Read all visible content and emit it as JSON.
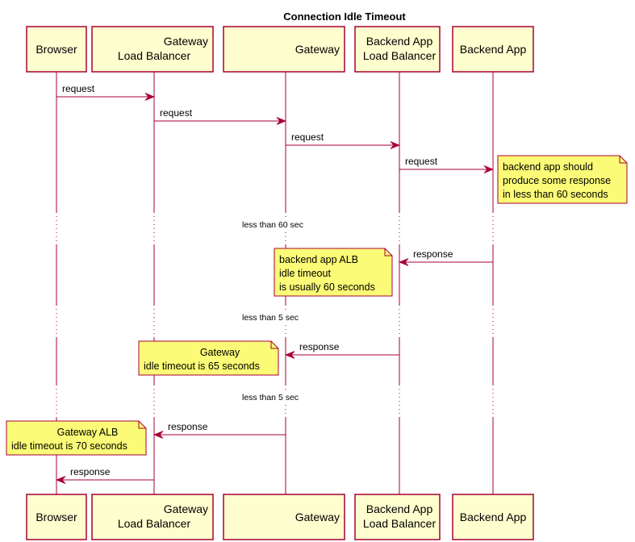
{
  "title": "Connection Idle Timeout",
  "participants": [
    {
      "id": "browser",
      "lines": [
        "Browser"
      ]
    },
    {
      "id": "gateway-lb",
      "lines": [
        "Gateway",
        "Load Balancer"
      ]
    },
    {
      "id": "gateway",
      "lines": [
        "Gateway"
      ]
    },
    {
      "id": "backend-lb",
      "lines": [
        "Backend App",
        "Load Balancer"
      ]
    },
    {
      "id": "backend-app",
      "lines": [
        "Backend App"
      ]
    }
  ],
  "messages": [
    {
      "from": "browser",
      "to": "gateway-lb",
      "label": "request"
    },
    {
      "from": "gateway-lb",
      "to": "gateway",
      "label": "request"
    },
    {
      "from": "gateway",
      "to": "backend-lb",
      "label": "request"
    },
    {
      "from": "backend-lb",
      "to": "backend-app",
      "label": "request"
    },
    {
      "from": "backend-app",
      "to": "backend-lb",
      "label": "response"
    },
    {
      "from": "backend-lb",
      "to": "gateway",
      "label": "response"
    },
    {
      "from": "gateway",
      "to": "gateway-lb",
      "label": "response"
    },
    {
      "from": "gateway-lb",
      "to": "browser",
      "label": "response"
    }
  ],
  "delays": [
    "less than 60 sec",
    "less than 5 sec",
    "less than 5 sec"
  ],
  "notes": [
    {
      "lines": [
        "backend app should",
        "produce some response",
        "in less than 60 seconds"
      ]
    },
    {
      "lines": [
        "backend app ALB",
        "idle timeout",
        "is usually 60 seconds"
      ]
    },
    {
      "lines": [
        "Gateway",
        "idle timeout is 65 seconds"
      ]
    },
    {
      "lines": [
        "Gateway ALB",
        "idle timeout is 70 seconds"
      ]
    }
  ],
  "colors": {
    "participant_fill": "#FEFECE",
    "participant_border": "#A80036",
    "lifeline": "#A80036",
    "arrow": "#A80036",
    "note_fill": "#FBFB77",
    "note_border": "#A80036"
  }
}
